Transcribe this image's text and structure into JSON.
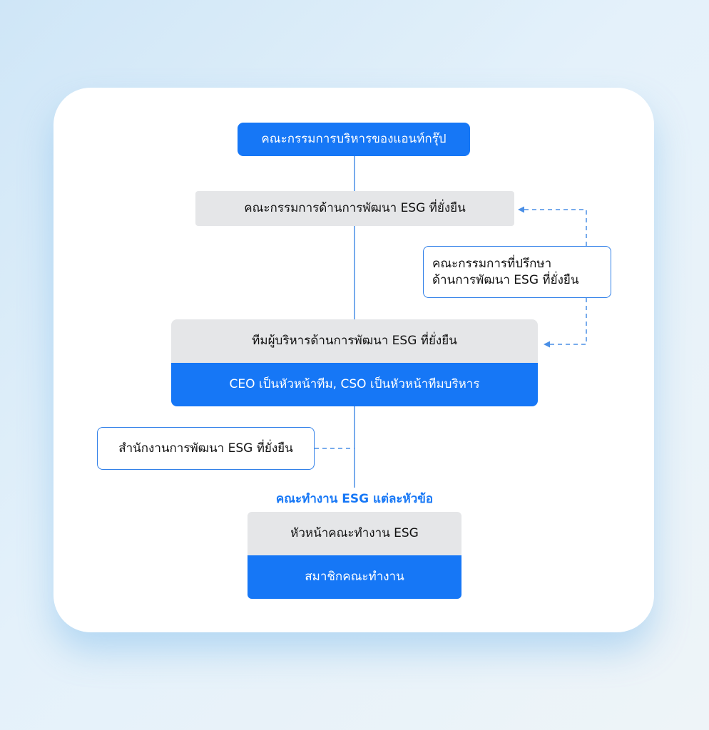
{
  "colors": {
    "accent_blue": "#1677f6",
    "gray_box": "#e5e6e8",
    "line": "#4a8fe6"
  },
  "nodes": {
    "executive_board": "คณะกรรมการบริหารของแอนท์กรุ๊ป",
    "esg_committee": "คณะกรรมการด้านการพัฒนา ESG ที่ยั่งยืน",
    "esg_advisory": "คณะกรรมการที่ปรึกษา\nด้านการพัฒนา ESG ที่ยั่งยืน",
    "esg_management_team": "ทีมผู้บริหารด้านการพัฒนา ESG ที่ยั่งยืน",
    "esg_management_team_note": "CEO เป็นหัวหน้าทีม, CSO เป็นหัวหน้าทีมบริหาร",
    "esg_office": "สำนักงานการพัฒนา ESG ที่ยั่งยืน",
    "working_groups_title": "คณะทำงาน ESG แต่ละหัวข้อ",
    "working_group_leader": "หัวหน้าคณะทำงาน ESG",
    "working_group_members": "สมาชิกคณะทำงาน"
  }
}
